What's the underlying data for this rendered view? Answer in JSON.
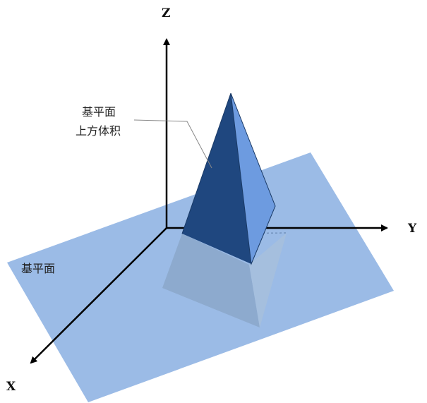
{
  "axes": {
    "x_label": "X",
    "y_label": "Y",
    "z_label": "Z"
  },
  "labels": {
    "plane_label": "基平面",
    "volume_label_line1": "基平面",
    "volume_label_line2": "上方体积"
  },
  "colors": {
    "plane_fill": "#9bbbe6",
    "pyramid_front_face": "#1f477f",
    "pyramid_right_face": "#6d9be0",
    "pyramid_below_plane": "#8ba7c9",
    "axis_color": "#000000",
    "background": "#ffffff"
  }
}
